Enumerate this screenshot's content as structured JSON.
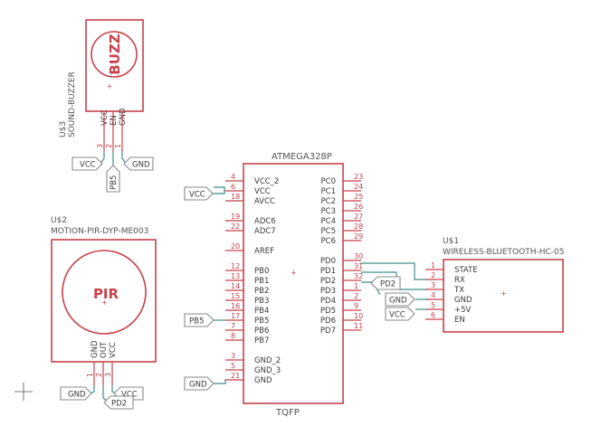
{
  "colors": {
    "component": "#c8414b",
    "wire": "#3e8f86",
    "text": "#3a3a3a",
    "label": "#555555",
    "netlabel_border": "#8a8a8a"
  },
  "buzzer": {
    "symbol_text": "BUZZ",
    "plus_mark": "+",
    "name": "U$3",
    "value": "SOUND-BUZZER",
    "pin_names": [
      "VCC",
      "EN",
      "GND"
    ],
    "pin_numbers": [
      "3",
      "2",
      "1"
    ],
    "net_vcc": "VCC",
    "net_gnd": "GND",
    "net_pb5": "PB5"
  },
  "atmega": {
    "title": "ATMEGA328P",
    "package": "TQFP",
    "center_mark": "+",
    "left_pins": [
      {
        "num": "4",
        "name": "VCC_2"
      },
      {
        "num": "6",
        "name": "VCC"
      },
      {
        "num": "18",
        "name": "AVCC"
      },
      {
        "num": "19",
        "name": "ADC6"
      },
      {
        "num": "22",
        "name": "ADC7"
      },
      {
        "num": "20",
        "name": "AREF"
      },
      {
        "num": "12",
        "name": "PB0"
      },
      {
        "num": "13",
        "name": "PB1"
      },
      {
        "num": "14",
        "name": "PB2"
      },
      {
        "num": "15",
        "name": "PB3"
      },
      {
        "num": "16",
        "name": "PB4"
      },
      {
        "num": "17",
        "name": "PB5"
      },
      {
        "num": "7",
        "name": "PB6"
      },
      {
        "num": "8",
        "name": "PB7"
      },
      {
        "num": "3",
        "name": "GND_2"
      },
      {
        "num": "5",
        "name": "GND_3"
      },
      {
        "num": "21",
        "name": "GND"
      }
    ],
    "right_pins": [
      {
        "num": "23",
        "name": "PC0"
      },
      {
        "num": "24",
        "name": "PC1"
      },
      {
        "num": "25",
        "name": "PC2"
      },
      {
        "num": "26",
        "name": "PC3"
      },
      {
        "num": "27",
        "name": "PC4"
      },
      {
        "num": "28",
        "name": "PC5"
      },
      {
        "num": "29",
        "name": "PC6"
      },
      {
        "num": "30",
        "name": "PD0"
      },
      {
        "num": "31",
        "name": "PD1"
      },
      {
        "num": "32",
        "name": "PD2"
      },
      {
        "num": "1",
        "name": "PD3"
      },
      {
        "num": "2",
        "name": "PD4"
      },
      {
        "num": "9",
        "name": "PD5"
      },
      {
        "num": "10",
        "name": "PD6"
      },
      {
        "num": "11",
        "name": "PD7"
      }
    ],
    "net_vcc": "VCC",
    "net_pb5": "PB5",
    "net_gnd": "GND",
    "net_pd2": "PD2"
  },
  "pir": {
    "name": "U$2",
    "value": "MOTION-PIR-DYP-ME003",
    "symbol_text": "PIR",
    "plus_mark": "+",
    "pin_names": [
      "GND",
      "OUT",
      "VCC"
    ],
    "pin_numbers": [
      "1",
      "2",
      "3"
    ],
    "net_gnd": "GND",
    "net_vcc": "VCC",
    "net_pd2": "PD2"
  },
  "bluetooth": {
    "name": "U$1",
    "value": "WIRELESS-BLUETOOTH-HC-05",
    "center_mark": "+",
    "pins": [
      {
        "num": "1",
        "name": "STATE"
      },
      {
        "num": "2",
        "name": "RX"
      },
      {
        "num": "3",
        "name": "TX"
      },
      {
        "num": "4",
        "name": "GND"
      },
      {
        "num": "5",
        "name": "+5V"
      },
      {
        "num": "6",
        "name": "EN"
      }
    ],
    "net_gnd": "GND",
    "net_vcc": "VCC"
  }
}
